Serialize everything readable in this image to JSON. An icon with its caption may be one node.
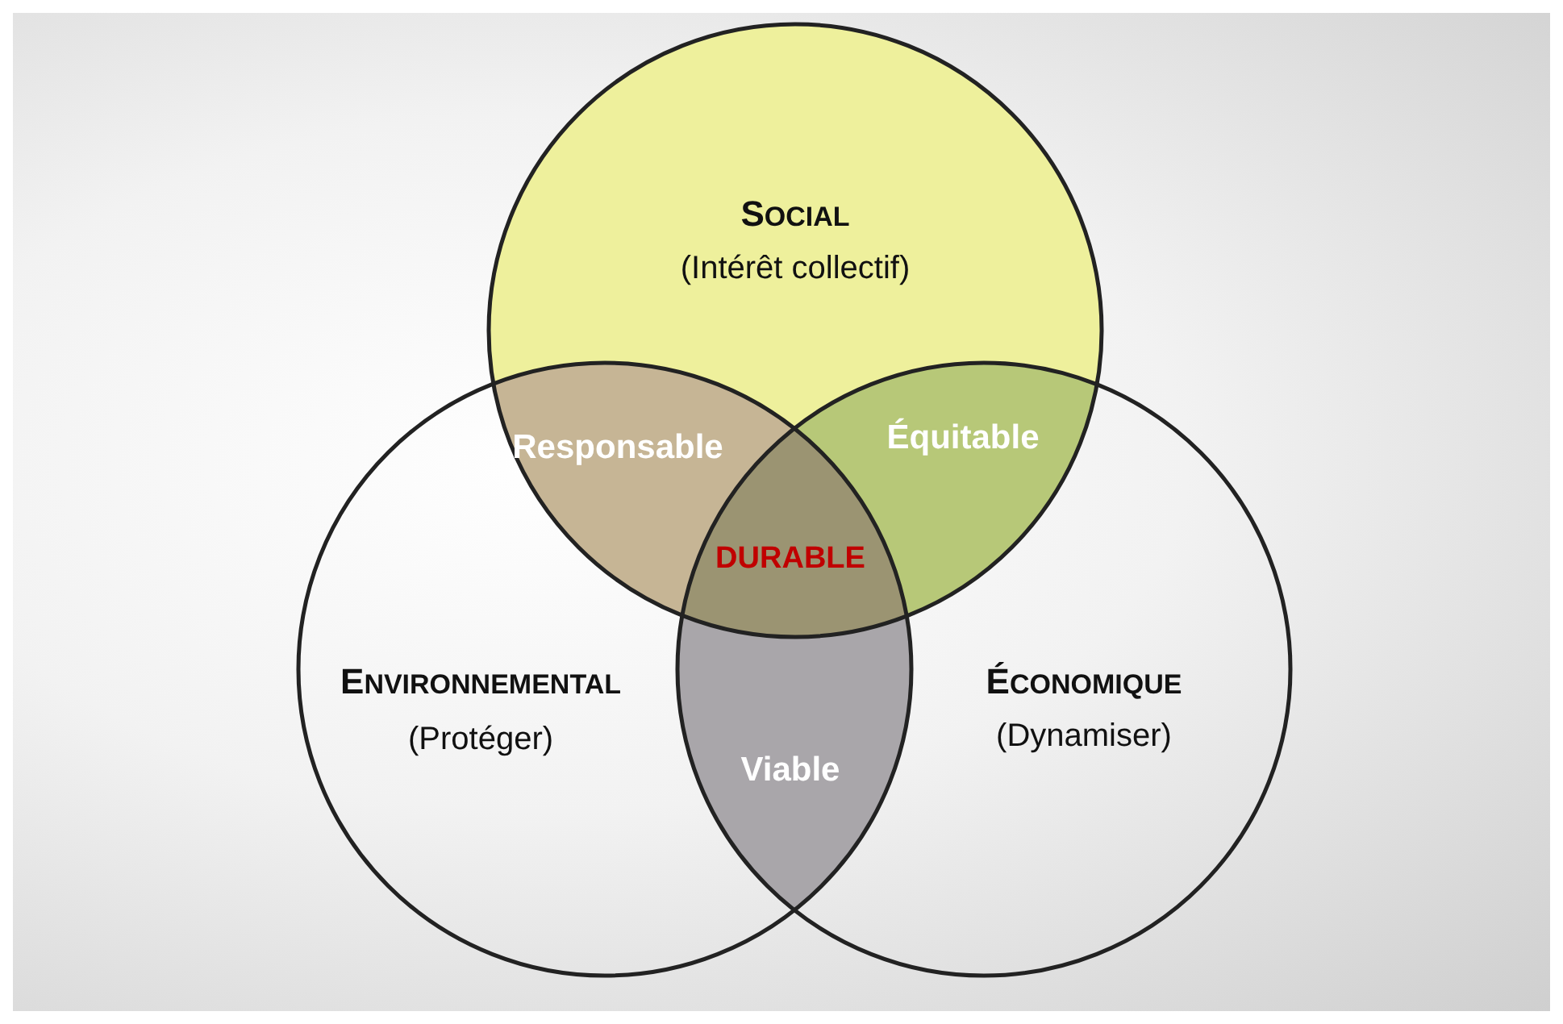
{
  "diagram": {
    "nodes": [
      {
        "text": [
          "SOCIAL",
          "(Intérêt collectif)"
        ]
      },
      {
        "text": [
          "ENVIRONNEMENTAL",
          "(Protéger)"
        ]
      },
      {
        "text": [
          "ÉCONOMIQUE",
          "(Dynamiser)"
        ]
      }
    ],
    "labels": [
      "Responsable",
      "Équitable",
      "DURABLE",
      "Viable"
    ]
  }
}
